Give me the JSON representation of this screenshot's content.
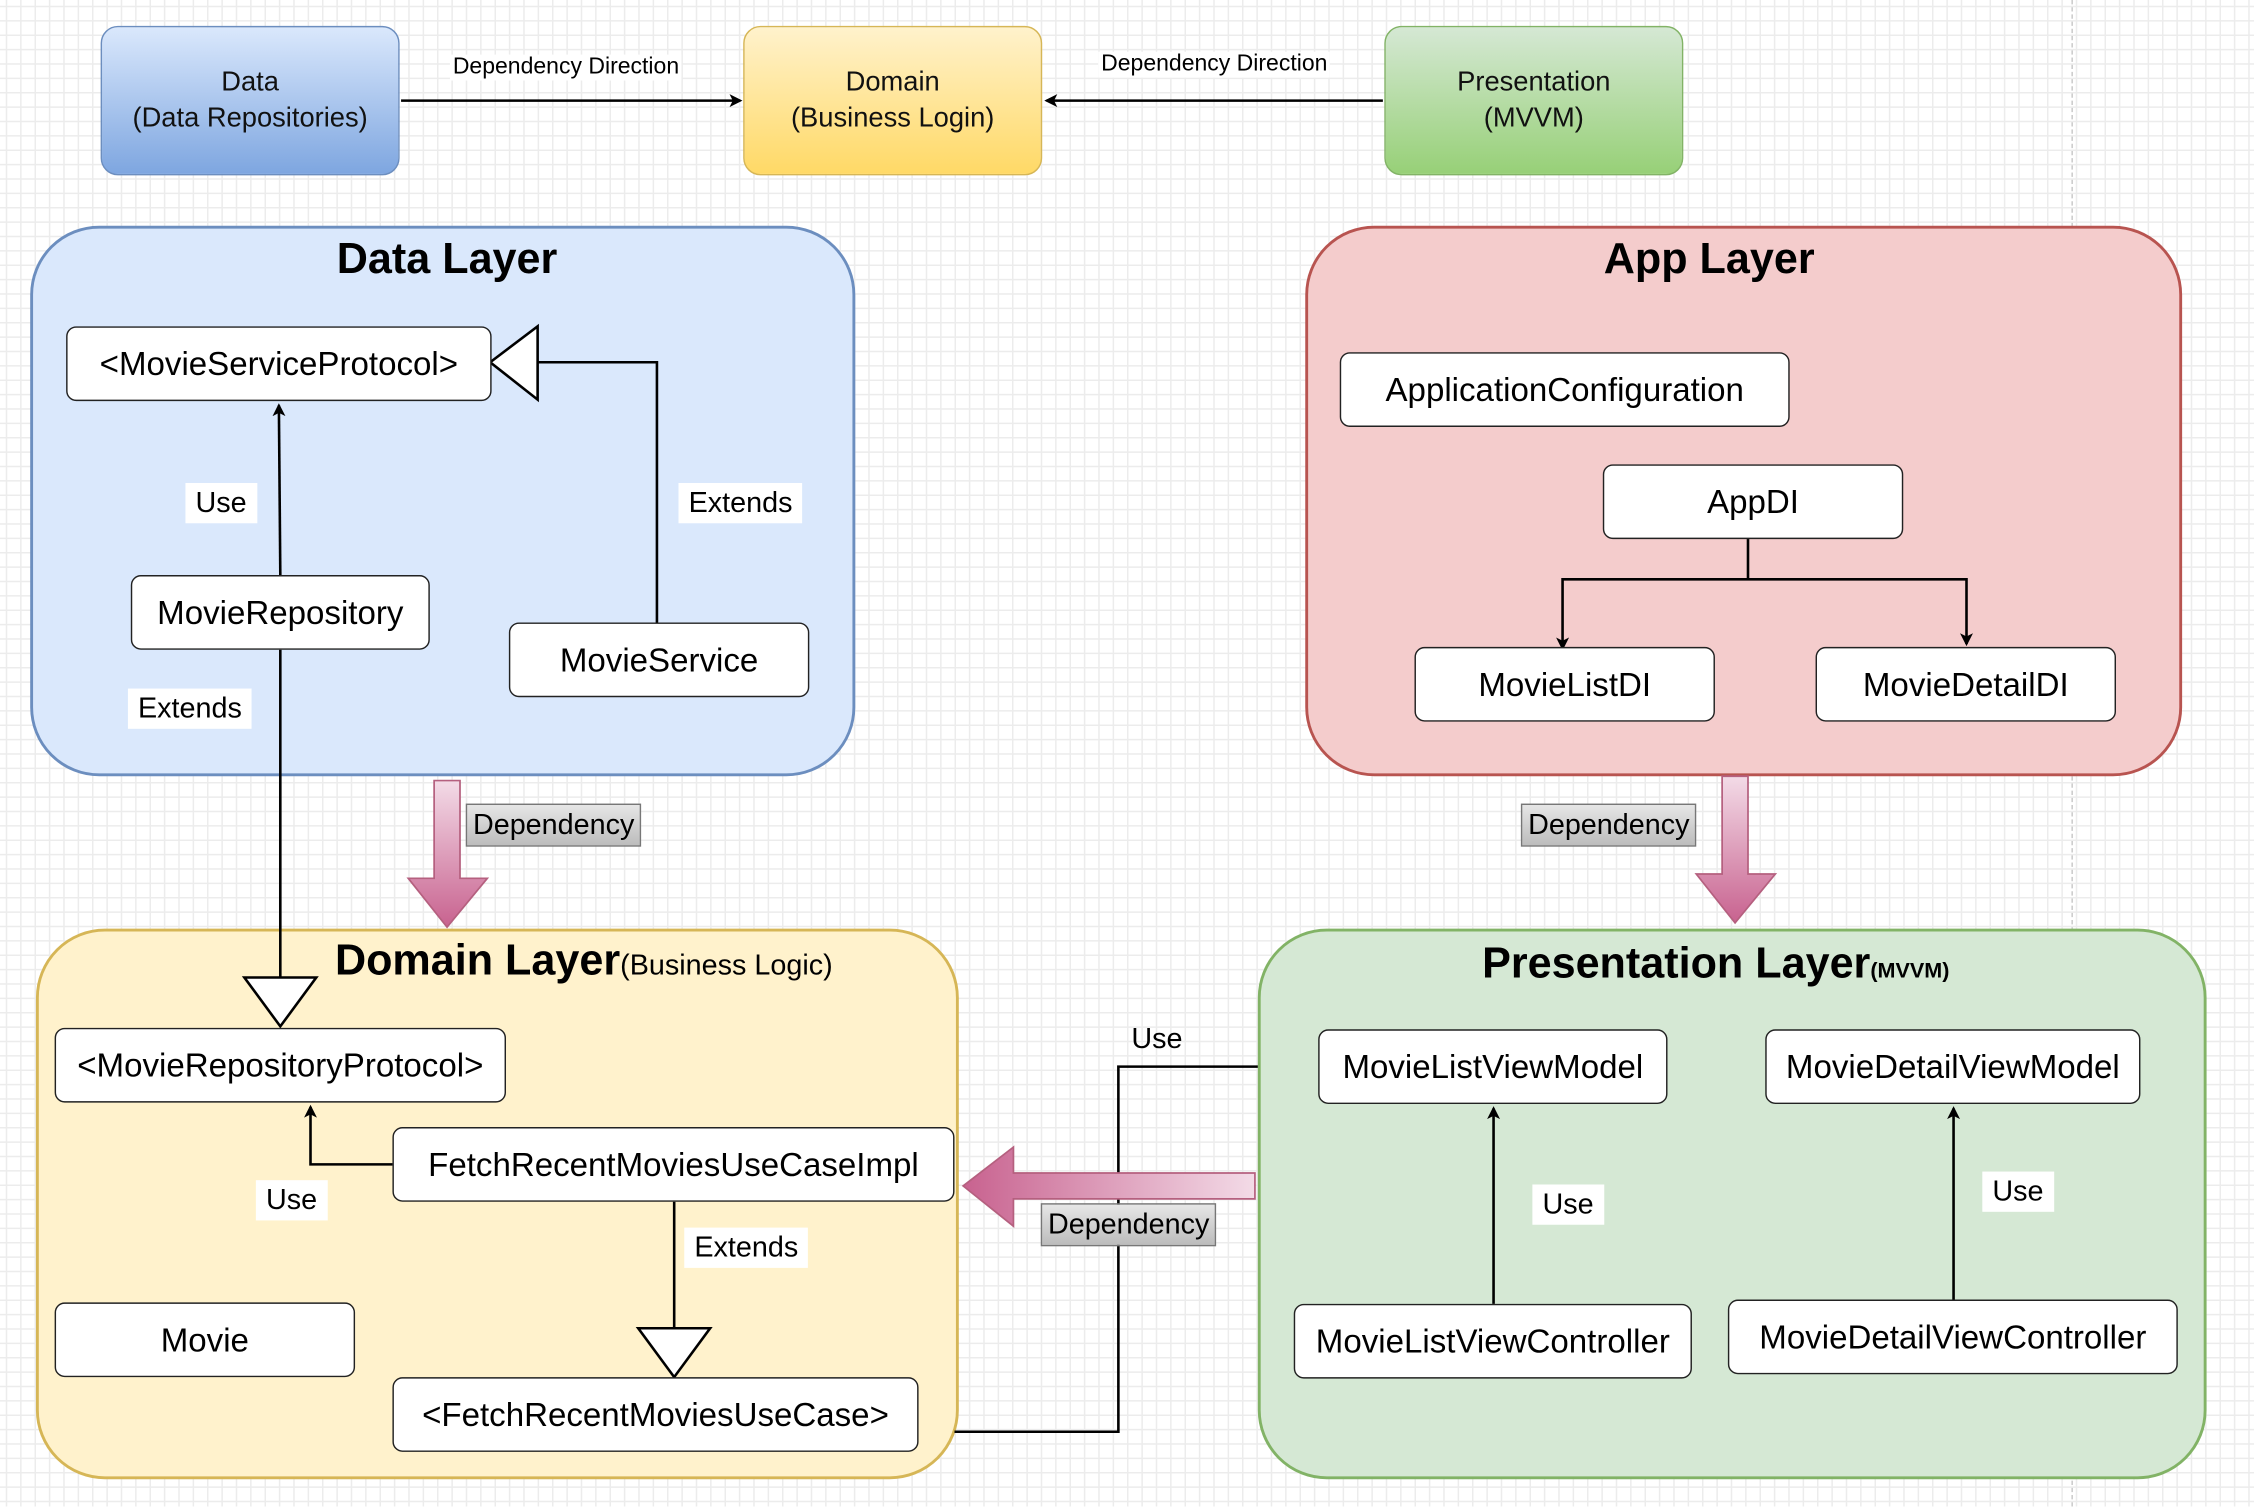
{
  "legend": {
    "data_box": "Data\n(Data Repositories)",
    "domain_box": "Domain\n(Business Login)",
    "presentation_box": "Presentation\n(MVVM)",
    "arrow_label_left": "Dependency Direction",
    "arrow_label_right": "Dependency Direction"
  },
  "data_layer": {
    "title": "Data Layer",
    "movie_service_protocol": "<MovieServiceProtocol>",
    "movie_repository": "MovieRepository",
    "movie_service": "MovieService",
    "use_label": "Use",
    "extends_label_service": "Extends",
    "extends_label_repository": "Extends"
  },
  "app_layer": {
    "title": "App Layer",
    "application_configuration": "ApplicationConfiguration",
    "app_di": "AppDI",
    "movie_list_di": "MovieListDI",
    "movie_detail_di": "MovieDetailDI"
  },
  "domain_layer": {
    "title": "Domain Layer",
    "title_suffix": "(Business Logic)",
    "movie_repository_protocol": "<MovieRepositoryProtocol>",
    "fetch_use_case_impl": "FetchRecentMoviesUseCaseImpl",
    "movie": "Movie",
    "fetch_use_case": "<FetchRecentMoviesUseCase>",
    "use_label": "Use",
    "extends_label": "Extends"
  },
  "presentation_layer": {
    "title": "Presentation Layer",
    "title_suffix": "(MVVM)",
    "movie_list_view_model": "MovieListViewModel",
    "movie_detail_view_model": "MovieDetailViewModel",
    "movie_list_view_controller": "MovieListViewController",
    "movie_detail_view_controller": "MovieDetailViewController",
    "use_label_list": "Use",
    "use_label_detail": "Use"
  },
  "connectors": {
    "dependency_data_to_domain": "Dependency",
    "dependency_app_to_presentation": "Dependency",
    "dependency_presentation_to_domain": "Dependency",
    "use_presentation_to_domain": "Use"
  },
  "colors": {
    "data_fill": "#dae8fc",
    "data_stroke": "#6c8ebf",
    "domain_fill": "#fff2cc",
    "domain_stroke": "#d6b656",
    "app_fill": "#f4cccc",
    "app_stroke": "#b85450",
    "presentation_fill": "#d5e8d4",
    "presentation_stroke": "#82b366",
    "dependency_arrow": "#c9729a"
  }
}
